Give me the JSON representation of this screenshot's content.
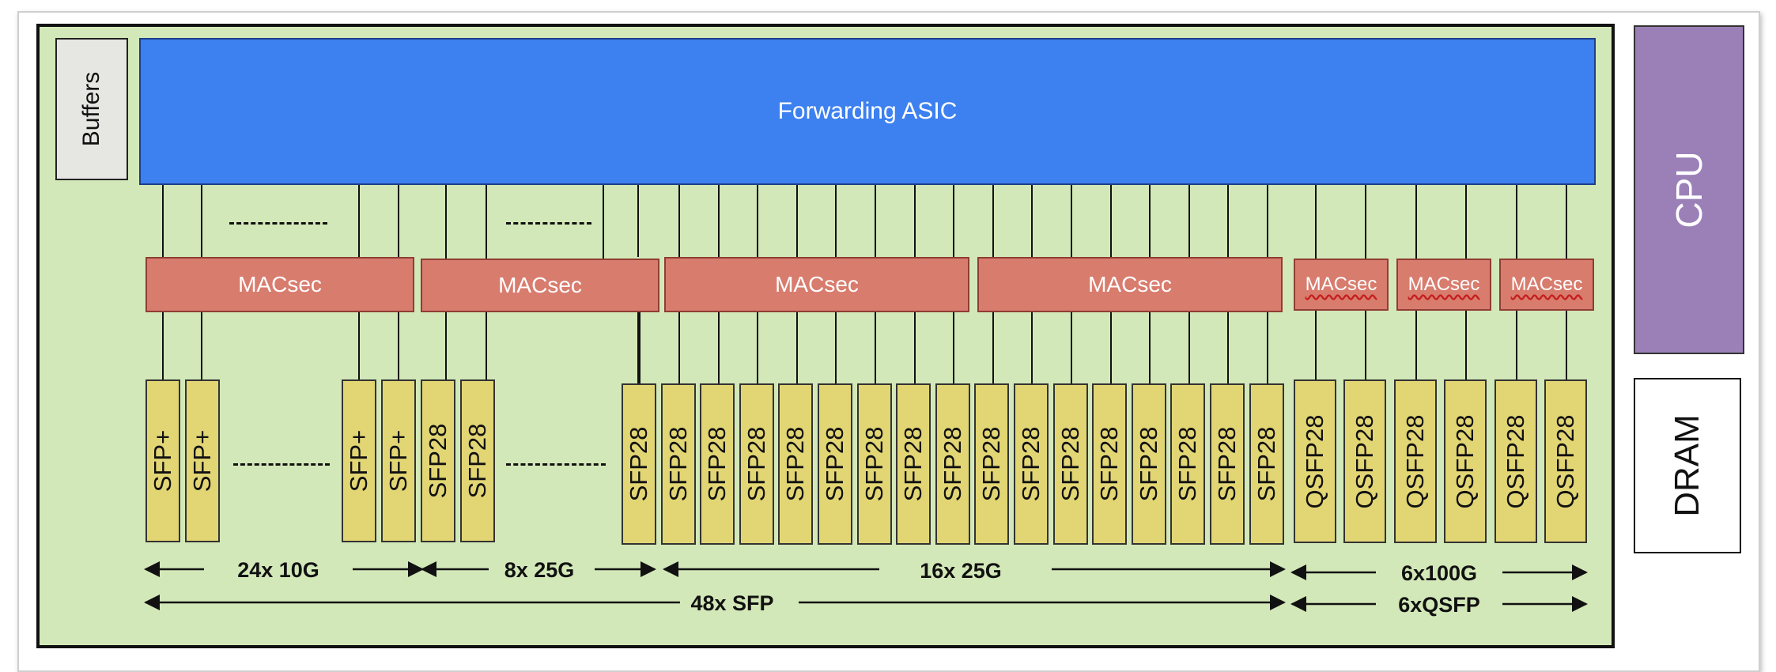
{
  "buffers_label": "Buffers",
  "asic_label": "Forwarding ASIC",
  "cpu_label": "CPU",
  "dram_label": "DRAM",
  "macsec_label": "MACsec",
  "port_labels": {
    "sfp_plus": "SFP+",
    "sfp28": "SFP28",
    "qsfp28": "QSFP28"
  },
  "spans": {
    "row1": [
      "24x 10G",
      "8x 25G",
      "16x 25G",
      "6x100G"
    ],
    "row2": [
      "48x SFP",
      "6xQSFP"
    ]
  },
  "colors": {
    "board": "#d3e8b8",
    "asic": "#3d80ef",
    "macsec": "#d87c6e",
    "port": "#e2d574",
    "cpu": "#9b80b8"
  }
}
